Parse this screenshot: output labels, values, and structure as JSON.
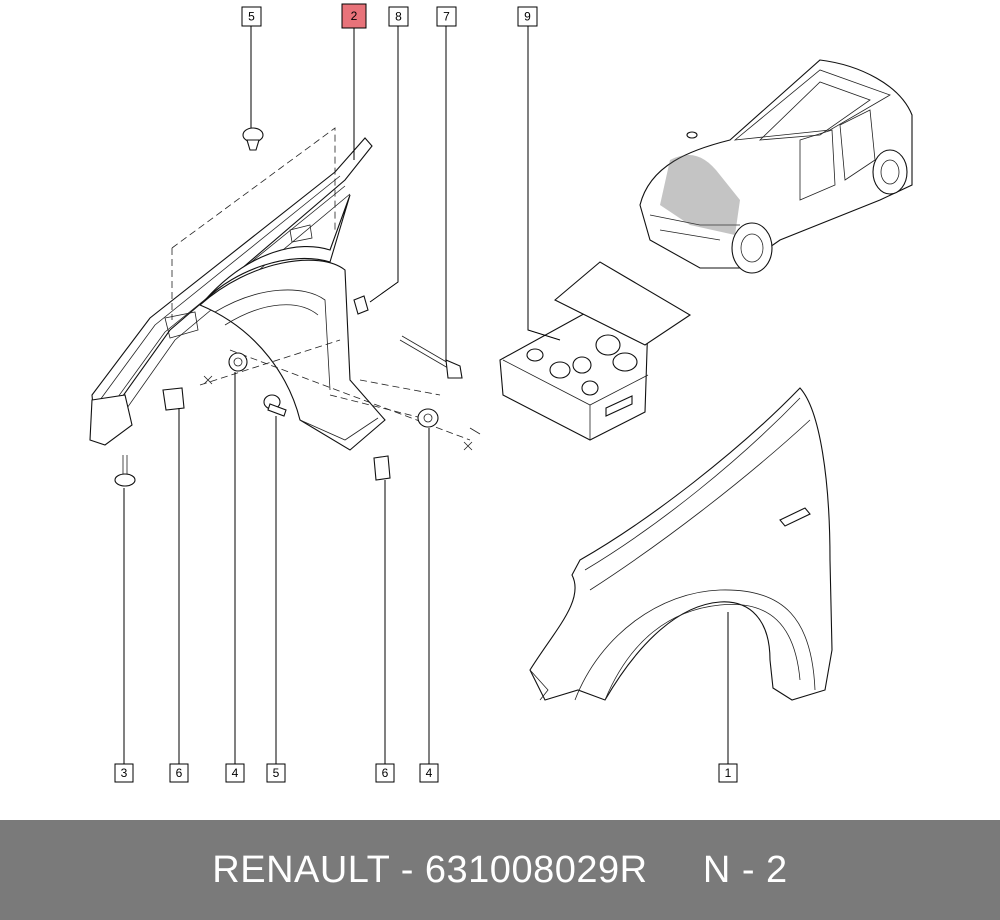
{
  "callouts": {
    "top_5": "5",
    "top_2": "2",
    "top_8": "8",
    "top_7": "7",
    "top_9": "9",
    "bottom_3": "3",
    "bottom_6a": "6",
    "bottom_4a": "4",
    "bottom_5": "5",
    "bottom_6b": "6",
    "bottom_4b": "4",
    "bottom_1": "1"
  },
  "highlight_color": "#e8737a",
  "footer": {
    "text": "RENAULT - 631008029R     N - 2",
    "background": "#7a7a7a",
    "color": "#ffffff"
  }
}
